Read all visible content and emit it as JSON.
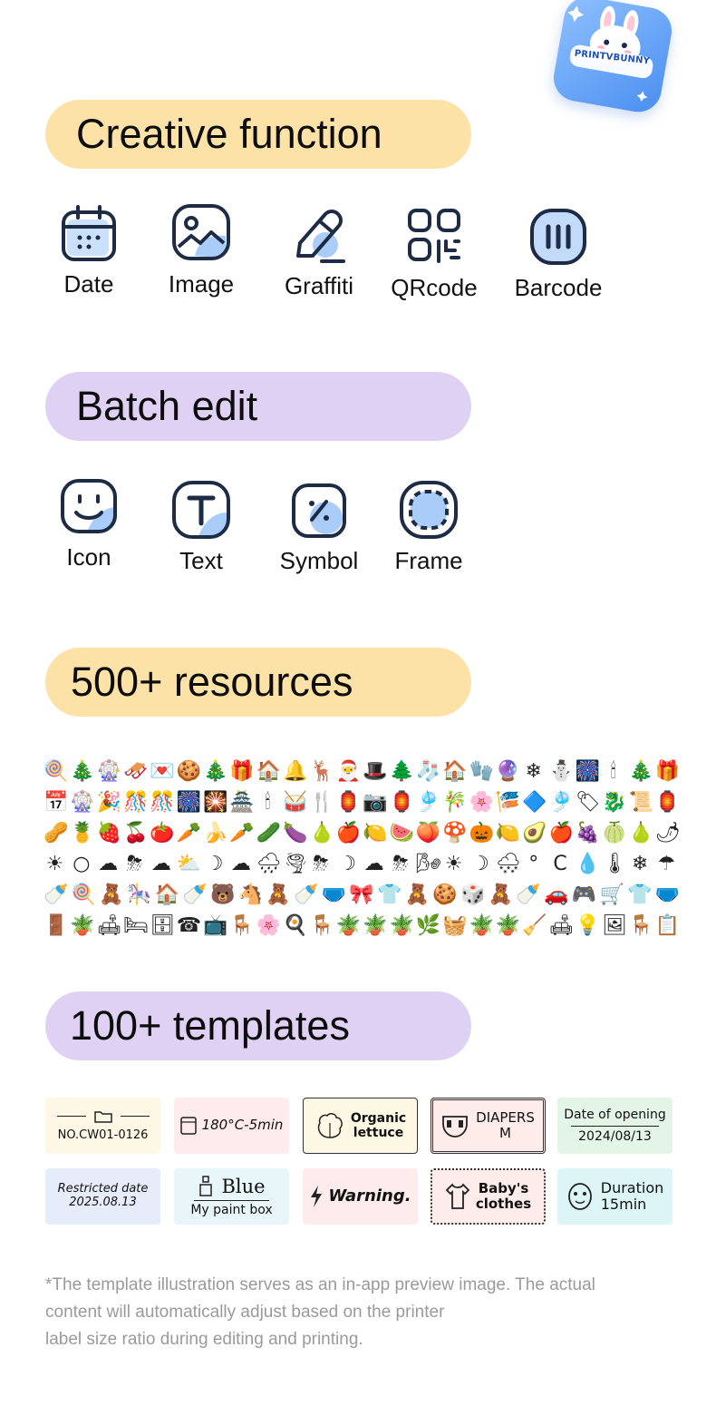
{
  "logo": {
    "text": "PRINTVBUNNY"
  },
  "sections": {
    "creative": "Creative function",
    "batch": "Batch edit",
    "resources": "500+ resources",
    "templates": "100+ templates"
  },
  "creative_items": [
    {
      "label": "Date",
      "icon": "calendar-icon"
    },
    {
      "label": "Image",
      "icon": "image-icon"
    },
    {
      "label": "Graffiti",
      "icon": "pen-icon"
    },
    {
      "label": "QRcode",
      "icon": "qrcode-icon"
    },
    {
      "label": "Barcode",
      "icon": "barcode-icon"
    }
  ],
  "batch_items": [
    {
      "label": "Icon",
      "icon": "smiley-icon"
    },
    {
      "label": "Text",
      "icon": "text-icon"
    },
    {
      "label": "Symbol",
      "icon": "percent-icon"
    },
    {
      "label": "Frame",
      "icon": "frame-icon"
    }
  ],
  "resource_rows": [
    "🍭🎄🎡🛷💌🍪🎄🎁🏠🔔🦌🎅🎩🌲🧦🏠🧤🔮❄⛄🎆🕯🎄🎁",
    "📅🎡🎉🎊🎊🎆🎇🏯🕯🥁🍴🏮📷🏮🎐🎋🌸🎏🔷🎐🏷🐉📜🏮",
    "🥜🍍🍓🍒🍅🥕🍌🥕🥒🍆🍐🍎🍋🍉🍑🍄🎃🍋🥑🍎🍇🍈🍐🌶",
    "☀○☁⛈☁⛅☽☁🌧🌪⛈☽☁⛈🌬☀☽🌨°C💧🌡❄☂",
    "🍼🍭🧸🎠🏠🍼🐻🐴🧸🍼🩲🎀👕🧸🍪🎲🧸🍼🚗🎮🛒👕🩲",
    "🚪🪴🛋🛏🗄☎📺🪑🌸🍳🪑🪴🪴🪴🌿🧺🪴🪴🧹🛋💡🖼🪑📋"
  ],
  "templates": [
    {
      "line1": "NO.CW01-0126"
    },
    {
      "line1": "180°C-5min"
    },
    {
      "line1": "Organic",
      "line2": "lettuce"
    },
    {
      "line1": "DIAPERS",
      "line2": "M"
    },
    {
      "line1": "Date of opening",
      "line2": "2024/08/13"
    },
    {
      "line1": "Restricted date",
      "line2": "2025.08.13"
    },
    {
      "line1": "Blue",
      "line2": "My paint box"
    },
    {
      "line1": "Warning."
    },
    {
      "line1": "Baby's",
      "line2": "clothes"
    },
    {
      "line1": "Duration",
      "line2": "15min"
    }
  ],
  "footnote": {
    "line1": "*The template illustration serves as an in-app preview image. The actual",
    "line2": "content will automatically adjust based on the printer",
    "line3": "label size ratio during editing and printing."
  },
  "colors": {
    "pill_yellow": "#fde2a8",
    "pill_purple": "#dfd1f3",
    "icon_stroke": "#1d2b45",
    "icon_accent": "#a9ccf8"
  }
}
